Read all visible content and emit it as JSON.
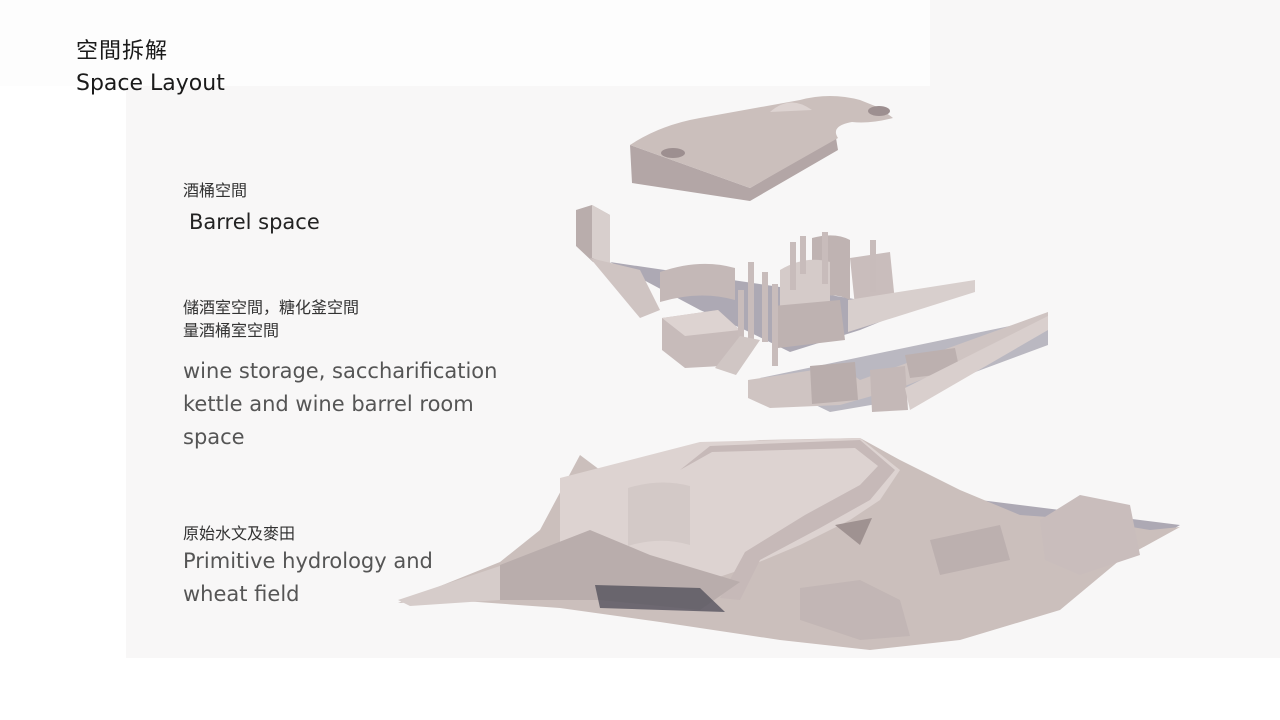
{
  "slide": {
    "title_zh": "空間拆解",
    "title_en": "Space Layout"
  },
  "layers": [
    {
      "label_zh": "酒桶空間",
      "label_en": "Barrel space"
    },
    {
      "label_zh_line1": "儲酒室空間，糖化釜空間",
      "label_zh_line2": "量酒桶室空間",
      "label_en": "wine storage, saccharification kettle and wine barrel room space"
    },
    {
      "label_zh": "原始水文及麥田",
      "label_en": "Primitive hydrology and wheat field"
    }
  ],
  "colors": {
    "model_face": "#cbbfbc",
    "model_light": "#ddd3d1",
    "model_dark": "#a8999a",
    "shadow": "#6f6a7e"
  }
}
